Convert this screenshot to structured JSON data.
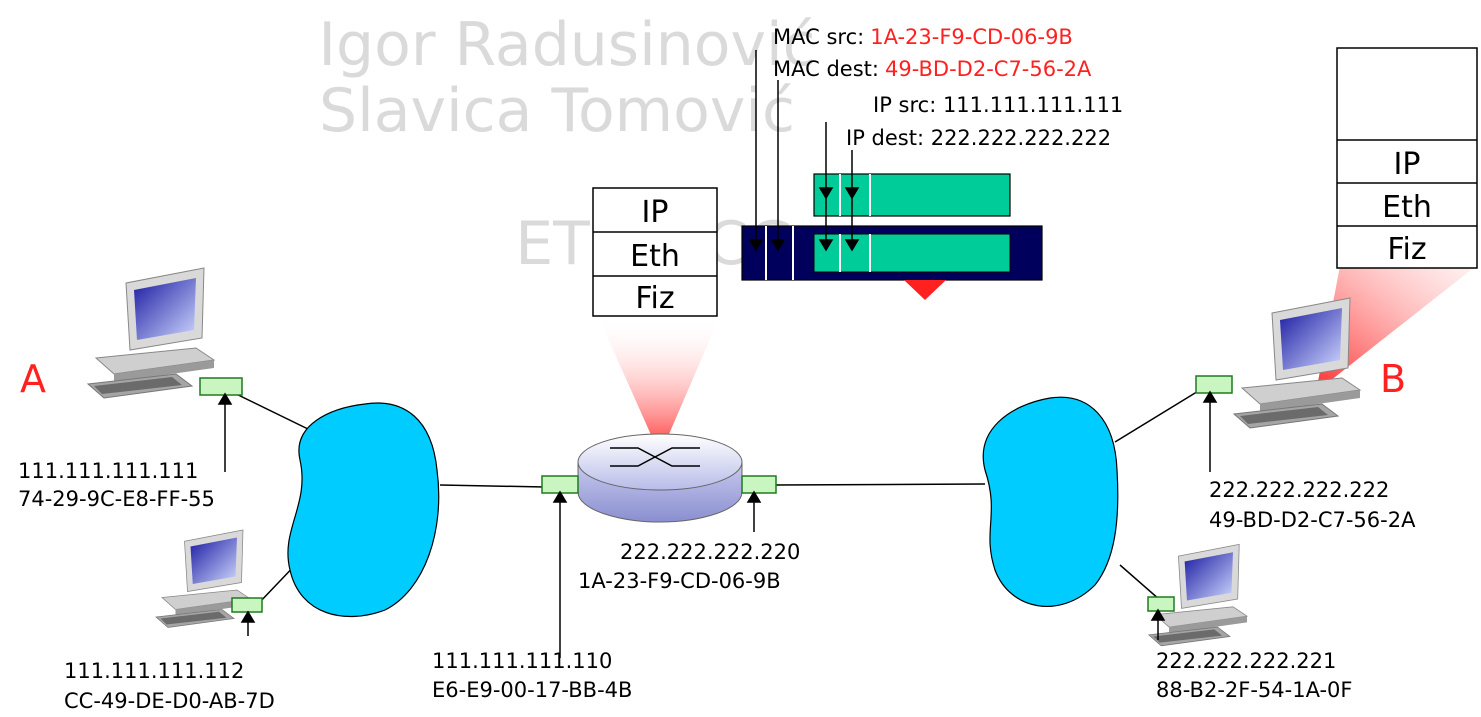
{
  "watermark": {
    "line1": "Igor Radusinović",
    "line2": "Slavica Tomović",
    "line3": "ETF, UCG"
  },
  "frame_header": {
    "mac_src_label": "MAC src:",
    "mac_src_value": "1A-23-F9-CD-06-9B",
    "mac_dest_label": "MAC dest:",
    "mac_dest_value": "49-BD-D2-C7-56-2A",
    "ip_src": "IP src: 111.111.111.111",
    "ip_dest": "IP dest: 222.222.222.222"
  },
  "router_stack": [
    "IP",
    "Eth",
    "Fiz"
  ],
  "host_b_stack": [
    "IP",
    "Eth",
    "Fiz"
  ],
  "host_labels": {
    "a": "A",
    "b": "B"
  },
  "addresses": {
    "host_a_ip": "111.111.111.111",
    "host_a_mac": "74-29-9C-E8-FF-55",
    "host_a2_ip": "111.111.111.112",
    "host_a2_mac": "CC-49-DE-D0-AB-7D",
    "router_left_ip": "111.111.111.110",
    "router_left_mac": "E6-E9-00-17-BB-4B",
    "router_right_ip": "222.222.222.220",
    "router_right_mac": "1A-23-F9-CD-06-9B",
    "host_b_ip": "222.222.222.222",
    "host_b_mac": "49-BD-D2-C7-56-2A",
    "host_b2_ip": "222.222.222.221",
    "host_b2_mac": "88-B2-2F-54-1A-0F"
  },
  "colors": {
    "cloud": "#00ccff",
    "frame": "#00005c",
    "datagram": "#00cc99",
    "nic": "#33aa33",
    "highlight": "#ff2020"
  }
}
